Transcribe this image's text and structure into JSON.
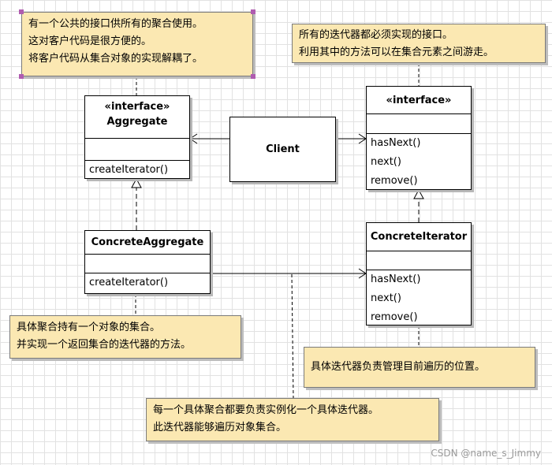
{
  "notes": {
    "aggregate_note": [
      "有一个公共的接口供所有的聚合使用。",
      "这对客户代码是很方便的。",
      "将客户代码从集合对象的实现解耦了。"
    ],
    "iterator_note": [
      "所有的迭代器都必须实现的接口。",
      "利用其中的方法可以在集合元素之间游走。"
    ],
    "concrete_aggregate_note": [
      "具体聚合持有一个对象的集合。",
      "并实现一个返回集合的迭代器的方法。"
    ],
    "concrete_iterator_note": [
      "具体迭代器负责管理目前遍历的位置。"
    ],
    "instantiation_note": [
      "每一个具体聚合都要负责实例化一个具体迭代器。",
      "此迭代器能够遍历对象集合。"
    ]
  },
  "classes": {
    "aggregate": {
      "stereotype": "«interface»",
      "name": "Aggregate",
      "operations": [
        "createIterator()"
      ]
    },
    "client": {
      "name": "Client"
    },
    "iterator": {
      "stereotype": "«interface»",
      "name": "",
      "operations": [
        "hasNext()",
        "next()",
        "remove()"
      ]
    },
    "concrete_aggregate": {
      "name": "ConcreteAggregate",
      "operations": [
        "createIterator()"
      ]
    },
    "concrete_iterator": {
      "name": "ConcreteIterator",
      "operations": [
        "hasNext()",
        "next()",
        "remove()"
      ]
    }
  },
  "watermark": "CSDN @name_s_Jimmy"
}
